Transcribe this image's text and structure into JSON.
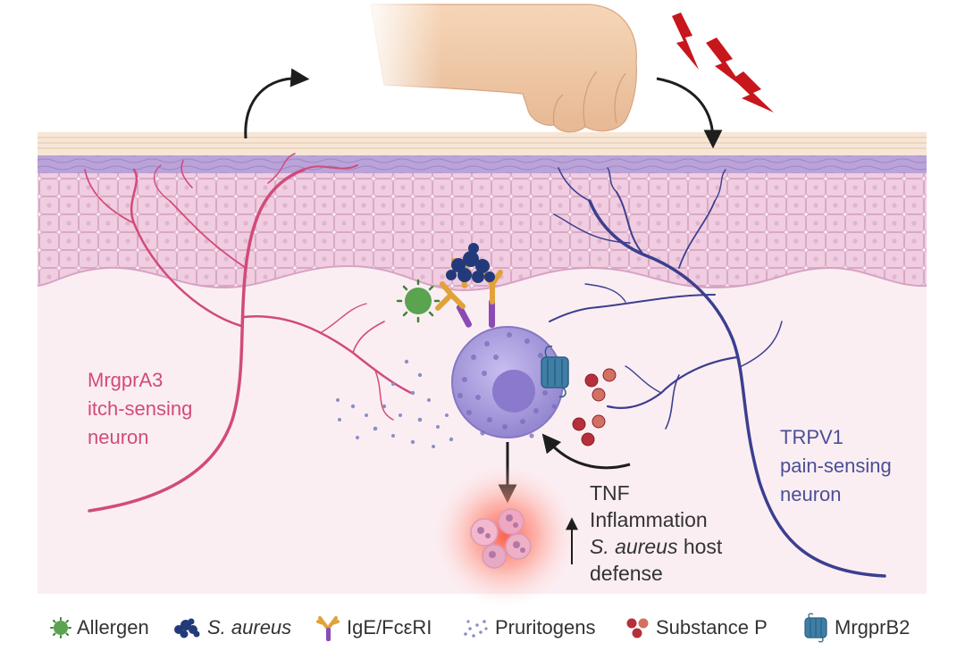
{
  "labels": {
    "itch_neuron": [
      "MrgprA3",
      "itch-sensing",
      "neuron"
    ],
    "pain_neuron": [
      "TRPV1",
      "pain-sensing",
      "neuron"
    ],
    "outcome": {
      "line1": "TNF",
      "line2": "Inflammation",
      "line3_italic": "S. aureus",
      "line3_rest": " host",
      "line4": "defense"
    }
  },
  "legend": [
    {
      "icon": "allergen-icon",
      "text": "Allergen"
    },
    {
      "icon": "s-aureus-icon",
      "text": "S. aureus"
    },
    {
      "icon": "ige-receptor-icon",
      "text": "IgE/FcεRI"
    },
    {
      "icon": "pruritogens-icon",
      "text": "Pruritogens"
    },
    {
      "icon": "substance-p-icon",
      "text": "Substance P"
    },
    {
      "icon": "mrgprb2-icon",
      "text": "MrgprB2"
    }
  ],
  "colors": {
    "itch_neuron": "#d14b7a",
    "pain_neuron": "#3c3f8f",
    "mast_cell": "#a79ad8",
    "substance_p": "#b5303a",
    "allergen": "#5aa34f",
    "s_aureus": "#233a7a",
    "ige": "#e0a23a",
    "mrgprb2": "#3f7fa6",
    "lightning": "#c8161d",
    "inflammation_glow": "#ff7060"
  }
}
